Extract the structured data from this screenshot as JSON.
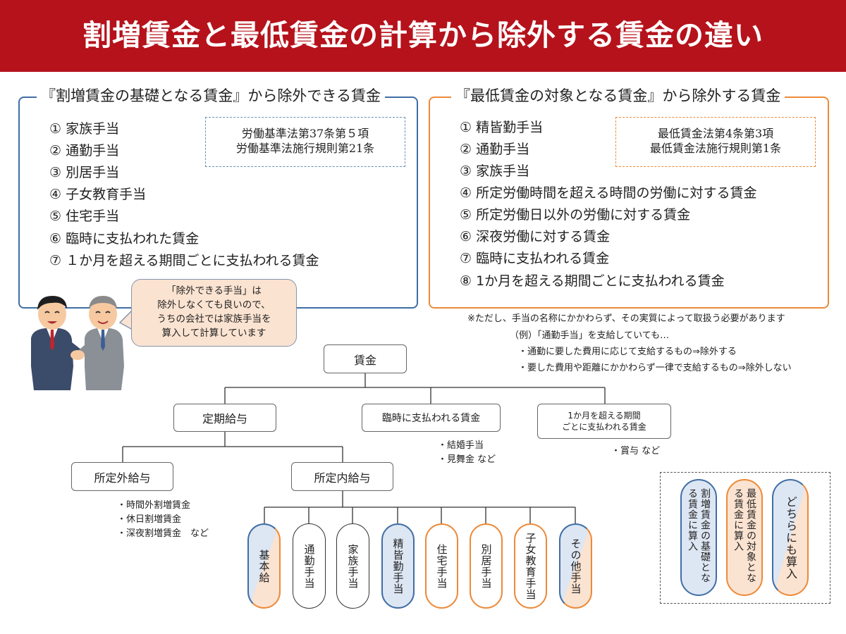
{
  "title": "割増賃金と最低賃金の計算から除外する賃金の違い",
  "colors": {
    "brand_red": "#b5121b",
    "blue": "#3f6ea5",
    "orange": "#ec8a39",
    "blue_fill": "#dde6f3",
    "orange_fill": "#fbe3d1"
  },
  "left_panel": {
    "title": "『割増賃金の基礎となる賃金』から除外できる賃金",
    "items": [
      "① 家族手当",
      "② 通勤手当",
      "③ 別居手当",
      "④ 子女教育手当",
      "⑤ 住宅手当",
      "⑥ 臨時に支払われた賃金",
      "⑦ １か月を超える期間ごとに支払われる賃金"
    ],
    "law": [
      "労働基準法第37条第５項",
      "労働基準法施行規則第21条"
    ]
  },
  "right_panel": {
    "title": "『最低賃金の対象となる賃金』から除外する賃金",
    "items": [
      "① 精皆勤手当",
      "② 通勤手当",
      "③ 家族手当",
      "④ 所定労働時間を超える時間の労働に対する賃金",
      "⑤ 所定労働日以外の労働に対する賃金",
      "⑥ 深夜労働に対する賃金",
      "⑦ 臨時に支払われる賃金",
      "⑧ 1か月を超える期間ごとに支払われる賃金"
    ],
    "law": [
      "最低賃金法第4条第3項",
      "最低賃金法施行規則第1条"
    ]
  },
  "notes": [
    "※ただし、手当の名称にかかわらず、その実質によって取扱う必要があります",
    "（例）「通勤手当」を支給していても…",
    "・通勤に要した費用に応じて支給するもの⇒除外する",
    "・要した費用や距離にかかわらず一律で支給するもの⇒除外しない"
  ],
  "bubble": [
    "「除外できる手当」は",
    "除外しなくても良いので、",
    "うちの会社では家族手当を",
    "算入して計算しています"
  ],
  "tree": {
    "root": "賃金",
    "regular": "定期給与",
    "temporary": "臨時に支払われる賃金",
    "monthly": [
      "1か月を超える期間",
      "ごとに支払われる賃金"
    ],
    "temporary_examples": [
      "・結婚手当",
      "・見舞金 など"
    ],
    "monthly_examples": [
      "・賞与 など"
    ],
    "outside": "所定外給与",
    "outside_examples": [
      "・時間外割増賃金",
      "・休日割増賃金",
      "・深夜割増賃金　など"
    ],
    "inside": "所定内給与",
    "leaves": [
      {
        "label": "基本給",
        "type": "both"
      },
      {
        "label": "通勤手当",
        "type": "none"
      },
      {
        "label": "家族手当",
        "type": "none"
      },
      {
        "label": "精皆勤手当",
        "type": "blue"
      },
      {
        "label": "住宅手当",
        "type": "orange"
      },
      {
        "label": "別居手当",
        "type": "orange"
      },
      {
        "label": "子女教育手当",
        "type": "orange"
      },
      {
        "label": "その他手当",
        "type": "both"
      }
    ]
  },
  "legend": [
    {
      "label": "割増賃金の基礎となる賃金に算入",
      "type": "blue"
    },
    {
      "label": "最低賃金の対象となる賃金に算入",
      "type": "orange"
    },
    {
      "label": "どちらにも算入",
      "type": "both"
    }
  ]
}
